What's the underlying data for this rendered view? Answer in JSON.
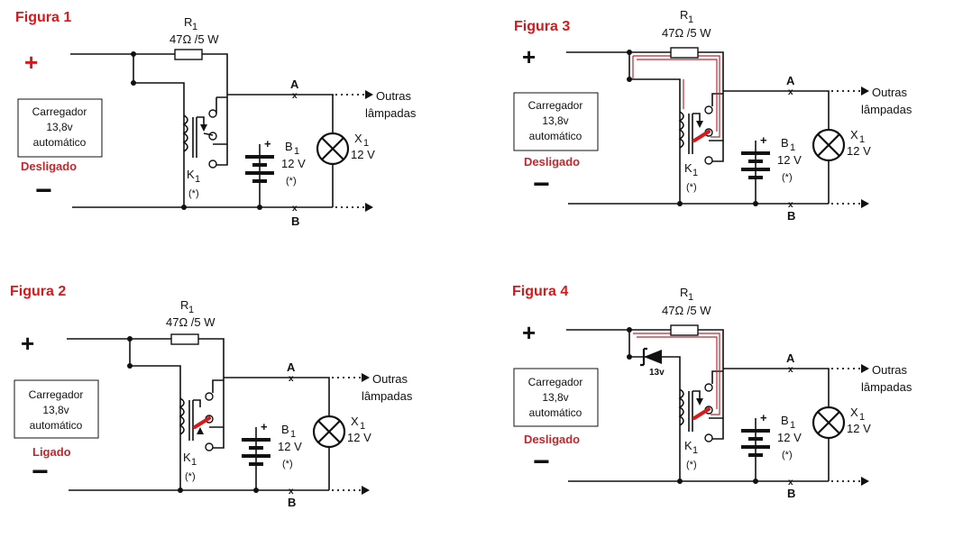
{
  "figures": [
    {
      "title": "Figura 1",
      "charger_lines": [
        "Carregador",
        "13,8v",
        "automático"
      ],
      "state": "Desligado",
      "switch_red": false,
      "red_path": false,
      "zener_label": ""
    },
    {
      "title": "Figura 2",
      "charger_lines": [
        "Carregador",
        "13,8v",
        "automático"
      ],
      "state": "Ligado",
      "switch_red": true,
      "red_path": false,
      "zener_label": ""
    },
    {
      "title": "Figura 3",
      "charger_lines": [
        "Carregador",
        "13,8v",
        "automático"
      ],
      "state": "Desligado",
      "switch_red": true,
      "red_path": true,
      "zener_label": ""
    },
    {
      "title": "Figura 4",
      "charger_lines": [
        "Carregador",
        "13,8v",
        "automático"
      ],
      "state": "Desligado",
      "switch_red": true,
      "red_path": true,
      "zener_label": "13v"
    }
  ],
  "labels": {
    "plus": "+",
    "minus": "−",
    "r1_name": "R",
    "r1_sub": "1",
    "r1_value": "47Ω /5 W",
    "b1_name": "B",
    "b1_sub": "1",
    "b1_voltage": "12 V",
    "battery_plus": "+",
    "k1_name": "K",
    "k1_sub": "1",
    "asterisk": "(*)",
    "x1_name": "X",
    "x1_sub": "1",
    "x1_voltage": "12 V",
    "point_a": "A",
    "point_b": "B",
    "outras": "Outras",
    "lampadas": "lâmpadas"
  }
}
